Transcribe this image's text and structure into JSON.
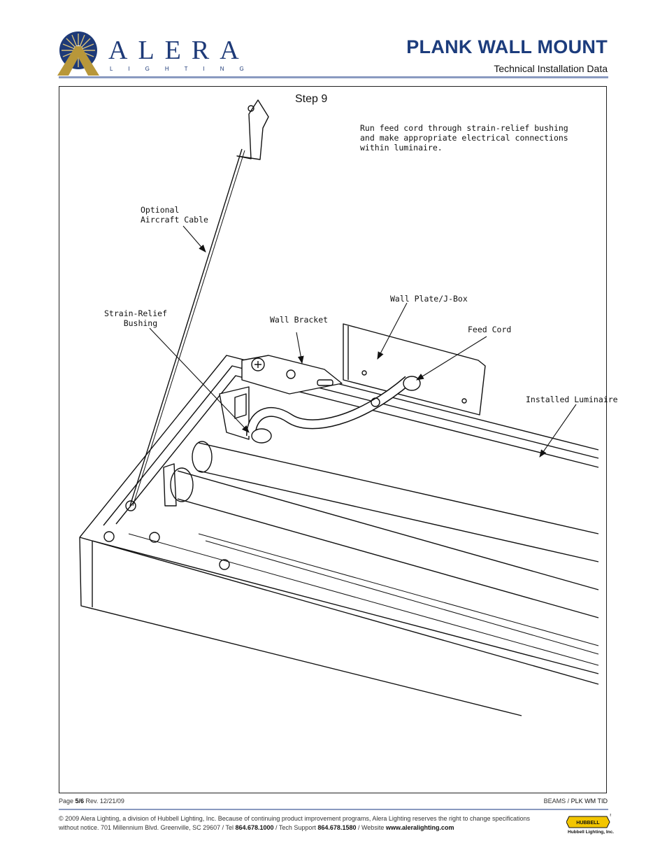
{
  "header": {
    "brand_name": "ALERA",
    "brand_sub": "LIGHTING",
    "title": "PLANK WALL MOUNT",
    "subtitle": "Technical Installation Data"
  },
  "step": {
    "label": "Step 9",
    "instruction": "Run feed cord through strain-relief bushing and make appropriate electrical connections within luminaire."
  },
  "callouts": {
    "aircraft_cable": "Optional\nAircraft Cable",
    "strain_relief": "Strain-Relief\n    Bushing",
    "wall_bracket": "Wall Bracket",
    "wall_plate": "Wall Plate/J-Box",
    "feed_cord": "Feed Cord",
    "installed_luminaire": "Installed Luminaire"
  },
  "footer": {
    "page_prefix": "Page ",
    "page_num": "5/6",
    "rev": " Rev. 12/21/09",
    "doc_prefix": "BEAMS / ",
    "doc_code": "PLK WM TID",
    "copyright_1": "© 2009 Alera Lighting, a division of Hubbell Lighting, Inc. Because of continuing product improvement programs, Alera Lighting reserves the right to change specifications",
    "copyright_2a": "without notice. 701 Millennium Blvd. Greenville, SC 29607 / Tel ",
    "tel": "864.678.1000",
    "copyright_2b": " / Tech Support ",
    "tech": "864.678.1580",
    "copyright_2c": " / Website ",
    "website": "www.aleralighting.com",
    "hubbell_badge": "HUBBELL",
    "hubbell_name": "Hubbell Lighting, Inc."
  },
  "colors": {
    "brand_blue": "#1c3c7c",
    "brand_gold": "#b8973a",
    "rule": "#8a9ac0"
  }
}
